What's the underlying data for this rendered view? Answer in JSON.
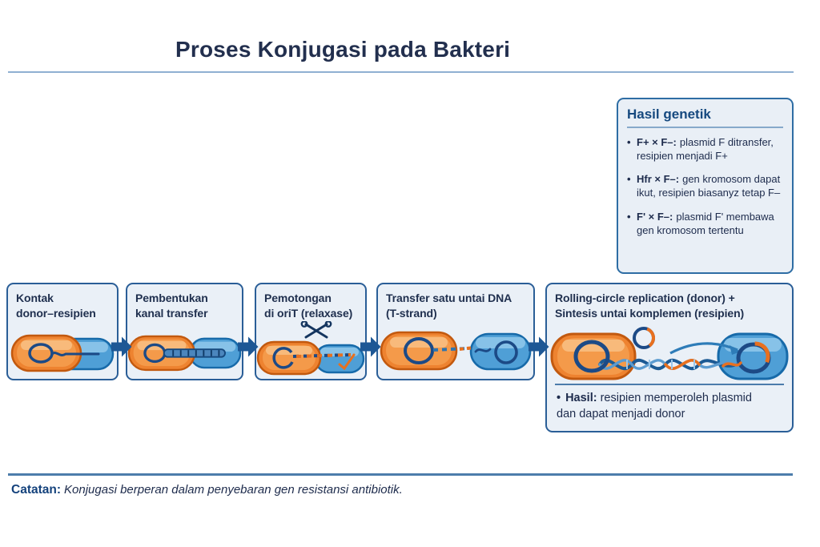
{
  "title": "Proses Konjugasi pada Bakteri",
  "results_panel": {
    "heading": "Hasil genetik",
    "bullets": [
      {
        "lead": "F+ × F–:",
        "text": "plasmid F ditransfer, resipien menjadi F+"
      },
      {
        "lead": "Hfr × F–:",
        "text": "gen kromosom dapat ikut, resipien biasanyz tetap F–"
      },
      {
        "lead": "F' × F–:",
        "text": "plasmid F' membawa gen kromosom tertentu"
      }
    ]
  },
  "steps": [
    {
      "line1": "Kontak",
      "line2": "donor–resipien",
      "icon": "donor-recipient-contact-illustration"
    },
    {
      "line1": "Pembentukan",
      "line2": "kanal transfer",
      "icon": "transfer-channel-illustration"
    },
    {
      "line1": "Pemotongan",
      "line2": "di oriT (relaxase)",
      "icon": "orit-cleavage-scissors-illustration"
    },
    {
      "line1": "Transfer satu untai DNA",
      "line2": "(T-strand)",
      "icon": "t-strand-transfer-illustration"
    },
    {
      "line1": "Rolling-circle replication (donor) +",
      "line2": "Sintesis untai komplemen (resipien)",
      "icon": "rolling-circle-replication-illustration",
      "result": {
        "lead": "Hasil:",
        "text": "resipien memperoleh plasmid dan dapat menjadi donor"
      }
    }
  ],
  "footnote": {
    "lead": "Catatan:",
    "text": "Konjugasi berperan dalam penyebaran gen resistansi antibiotik."
  },
  "colors": {
    "title_text": "#222f4e",
    "body_text": "#1d2b4c",
    "heading_blue": "#16497f",
    "panel_border": "#2a5e97",
    "panel_fill": "#eaf0f7",
    "arrow_blue": "#1d5795",
    "donor_orange": "#ee8330",
    "donor_orange_border": "#c2590f",
    "recipient_blue": "#4f9fd6",
    "recipient_blue_border": "#176aa9",
    "plasmid_navy": "#1c4a86",
    "rule_light": "#8fb0d2",
    "rule_dark": "#4d7dab"
  }
}
